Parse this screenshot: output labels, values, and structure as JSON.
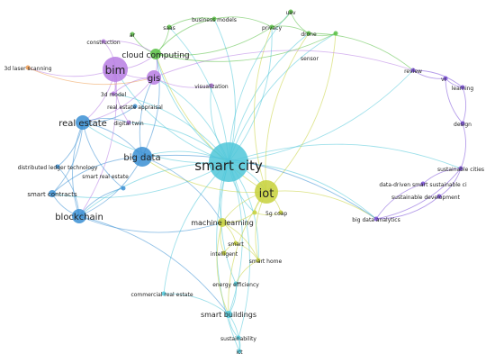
{
  "colors": {
    "cyan": "#4fc7d9",
    "blue": "#3a8fd4",
    "yellow": "#c7d13a",
    "green": "#58c043",
    "purple": "#b77ce3",
    "violet": "#7a4fd8",
    "orange": "#ee9a4d"
  },
  "nodes": [
    {
      "id": "smart-city",
      "label": "smart city",
      "cluster": "cyan",
      "weight": 5
    },
    {
      "id": "iot",
      "label": "iot",
      "cluster": "yellow",
      "weight": 3
    },
    {
      "id": "big-data",
      "label": "big data",
      "cluster": "blue",
      "weight": 3
    },
    {
      "id": "bim",
      "label": "bim",
      "cluster": "purple",
      "weight": 3
    },
    {
      "id": "gis",
      "label": "gis",
      "cluster": "purple",
      "weight": 2
    },
    {
      "id": "real-estate",
      "label": "real estate",
      "cluster": "blue",
      "weight": 2
    },
    {
      "id": "blockchain",
      "label": "blockchain",
      "cluster": "blue",
      "weight": 2
    },
    {
      "id": "cloud-computing",
      "label": "cloud computing",
      "cluster": "green",
      "weight": 2
    },
    {
      "id": "machine-learning",
      "label": "machine learning",
      "cluster": "yellow",
      "weight": 2
    },
    {
      "id": "smart-buildings",
      "label": "smart buildings",
      "cluster": "cyan",
      "weight": 2
    },
    {
      "id": "smart-contracts",
      "label": "smart contracts",
      "cluster": "blue",
      "weight": 1
    },
    {
      "id": "5g",
      "label": "5g",
      "cluster": "yellow",
      "weight": 1
    },
    {
      "id": "privacy",
      "label": "privacy",
      "cluster": "green",
      "weight": 1
    },
    {
      "id": "drone",
      "label": "drone",
      "cluster": "green",
      "weight": 1
    },
    {
      "id": "uav",
      "label": "uav",
      "cluster": "green",
      "weight": 1
    },
    {
      "id": "business-models",
      "label": "business models",
      "cluster": "green",
      "weight": 1
    },
    {
      "id": "saas",
      "label": "saas",
      "cluster": "green",
      "weight": 1
    },
    {
      "id": "ar",
      "label": "ar",
      "cluster": "green",
      "weight": 1
    },
    {
      "id": "sensor",
      "label": "sensor",
      "cluster": "green",
      "weight": 1
    },
    {
      "id": "construction",
      "label": "construction",
      "cluster": "purple",
      "weight": 1
    },
    {
      "id": "3d-laser-scanning",
      "label": "3d laser scanning",
      "cluster": "orange",
      "weight": 1
    },
    {
      "id": "3d-model",
      "label": "3d model",
      "cluster": "purple",
      "weight": 1
    },
    {
      "id": "visualization",
      "label": "visualization",
      "cluster": "purple",
      "weight": 1
    },
    {
      "id": "real-estate-appraisal",
      "label": "real estate appraisal",
      "cluster": "blue",
      "weight": 1
    },
    {
      "id": "digital-twin",
      "label": "digital twin",
      "cluster": "purple",
      "weight": 1
    },
    {
      "id": "distributed-ledger-technology",
      "label": "distributed ledger technology",
      "cluster": "blue",
      "weight": 1
    },
    {
      "id": "smart-real-estate",
      "label": "smart real estate",
      "cluster": "blue",
      "weight": 1
    },
    {
      "id": "review",
      "label": "review",
      "cluster": "violet",
      "weight": 1
    },
    {
      "id": "vr",
      "label": "vr",
      "cluster": "violet",
      "weight": 1
    },
    {
      "id": "learning",
      "label": "learning",
      "cluster": "violet",
      "weight": 1
    },
    {
      "id": "design",
      "label": "design",
      "cluster": "violet",
      "weight": 1
    },
    {
      "id": "sustainable-cities",
      "label": "sustainable cities",
      "cluster": "violet",
      "weight": 1
    },
    {
      "id": "data-driven-smart-sustainable-cities",
      "label": "data-driven smart sustainable ci",
      "cluster": "violet",
      "weight": 1
    },
    {
      "id": "sustainable-development",
      "label": "sustainable development",
      "cluster": "violet",
      "weight": 1
    },
    {
      "id": "big-data-analytics",
      "label": "big data analytics",
      "cluster": "violet",
      "weight": 1
    },
    {
      "id": "coap",
      "label": "coap",
      "cluster": "yellow",
      "weight": 1
    },
    {
      "id": "smart",
      "label": "smart",
      "cluster": "yellow",
      "weight": 1
    },
    {
      "id": "intelligent",
      "label": "intelligent",
      "cluster": "yellow",
      "weight": 1
    },
    {
      "id": "smart-home",
      "label": "smart home",
      "cluster": "yellow",
      "weight": 1
    },
    {
      "id": "energy-efficiency",
      "label": "energy efficiency",
      "cluster": "cyan",
      "weight": 1
    },
    {
      "id": "commercial-real-estate",
      "label": "commercial real estate",
      "cluster": "cyan",
      "weight": 1
    },
    {
      "id": "sustainability",
      "label": "sustainability",
      "cluster": "cyan",
      "weight": 1
    },
    {
      "id": "ict",
      "label": "ict",
      "cluster": "cyan",
      "weight": 1
    }
  ],
  "edges": [
    [
      "smart-city",
      "iot"
    ],
    [
      "smart-city",
      "big-data"
    ],
    [
      "smart-city",
      "bim"
    ],
    [
      "smart-city",
      "gis"
    ],
    [
      "smart-city",
      "real-estate"
    ],
    [
      "smart-city",
      "blockchain"
    ],
    [
      "smart-city",
      "cloud-computing"
    ],
    [
      "smart-city",
      "machine-learning"
    ],
    [
      "smart-city",
      "smart-buildings"
    ],
    [
      "smart-city",
      "privacy"
    ],
    [
      "smart-city",
      "drone"
    ],
    [
      "smart-city",
      "business-models"
    ],
    [
      "smart-city",
      "sensor"
    ],
    [
      "smart-city",
      "review"
    ],
    [
      "smart-city",
      "big-data-analytics"
    ],
    [
      "smart-city",
      "energy-efficiency"
    ],
    [
      "smart-city",
      "sustainable-cities"
    ],
    [
      "smart-city",
      "digital-twin"
    ],
    [
      "smart-city",
      "smart-contracts"
    ],
    [
      "smart-city",
      "5g"
    ],
    [
      "smart-city",
      "smart-home"
    ],
    [
      "smart-city",
      "commercial-real-estate"
    ],
    [
      "smart-city",
      "sustainability"
    ],
    [
      "smart-city",
      "ict"
    ],
    [
      "smart-city",
      "visualization"
    ],
    [
      "smart-city",
      "saas"
    ],
    [
      "smart-city",
      "uav"
    ],
    [
      "smart-city",
      "3d-model"
    ],
    [
      "iot",
      "big-data"
    ],
    [
      "iot",
      "5g"
    ],
    [
      "iot",
      "coap"
    ],
    [
      "iot",
      "machine-learning"
    ],
    [
      "iot",
      "privacy"
    ],
    [
      "iot",
      "smart-home"
    ],
    [
      "iot",
      "cloud-computing"
    ],
    [
      "iot",
      "sensor"
    ],
    [
      "iot",
      "big-data-analytics"
    ],
    [
      "iot",
      "smart-buildings"
    ],
    [
      "iot",
      "drone"
    ],
    [
      "big-data",
      "real-estate"
    ],
    [
      "big-data",
      "blockchain"
    ],
    [
      "big-data",
      "cloud-computing"
    ],
    [
      "big-data",
      "machine-learning"
    ],
    [
      "big-data",
      "smart-contracts"
    ],
    [
      "big-data",
      "gis"
    ],
    [
      "bim",
      "gis"
    ],
    [
      "bim",
      "3d-laser-scanning"
    ],
    [
      "bim",
      "construction"
    ],
    [
      "bim",
      "real-estate"
    ],
    [
      "bim",
      "cloud-computing"
    ],
    [
      "bim",
      "3d-model"
    ],
    [
      "bim",
      "digital-twin"
    ],
    [
      "bim",
      "blockchain"
    ],
    [
      "gis",
      "visualization"
    ],
    [
      "gis",
      "real-estate"
    ],
    [
      "gis",
      "cloud-computing"
    ],
    [
      "gis",
      "review"
    ],
    [
      "real-estate",
      "blockchain"
    ],
    [
      "real-estate",
      "smart-contracts"
    ],
    [
      "real-estate",
      "real-estate-appraisal"
    ],
    [
      "real-estate",
      "distributed-ledger-technology"
    ],
    [
      "real-estate",
      "smart-real-estate"
    ],
    [
      "blockchain",
      "smart-contracts"
    ],
    [
      "blockchain",
      "distributed-ledger-technology"
    ],
    [
      "blockchain",
      "smart-real-estate"
    ],
    [
      "blockchain",
      "machine-learning"
    ],
    [
      "blockchain",
      "smart-buildings"
    ],
    [
      "cloud-computing",
      "saas"
    ],
    [
      "cloud-computing",
      "business-models"
    ],
    [
      "cloud-computing",
      "privacy"
    ],
    [
      "cloud-computing",
      "ar"
    ],
    [
      "cloud-computing",
      "sensor"
    ],
    [
      "privacy",
      "drone"
    ],
    [
      "privacy",
      "uav"
    ],
    [
      "drone",
      "uav"
    ],
    [
      "drone",
      "sensor"
    ],
    [
      "drone",
      "review"
    ],
    [
      "business-models",
      "saas"
    ],
    [
      "business-models",
      "privacy"
    ],
    [
      "review",
      "vr"
    ],
    [
      "review",
      "learning"
    ],
    [
      "vr",
      "learning"
    ],
    [
      "learning",
      "design"
    ],
    [
      "vr",
      "design"
    ],
    [
      "design",
      "sustainable-cities"
    ],
    [
      "sustainable-cities",
      "data-driven-smart-sustainable-cities"
    ],
    [
      "sustainable-cities",
      "sustainable-development"
    ],
    [
      "big-data-analytics",
      "sustainable-development"
    ],
    [
      "big-data-analytics",
      "data-driven-smart-sustainable-cities"
    ],
    [
      "big-data-analytics",
      "sustainable-cities"
    ],
    [
      "machine-learning",
      "smart"
    ],
    [
      "machine-learning",
      "intelligent"
    ],
    [
      "machine-learning",
      "smart-home"
    ],
    [
      "smart",
      "intelligent"
    ],
    [
      "smart",
      "smart-home"
    ],
    [
      "smart-home",
      "energy-efficiency"
    ],
    [
      "energy-efficiency",
      "smart-buildings"
    ],
    [
      "smart-buildings",
      "sustainability"
    ],
    [
      "smart-buildings",
      "ict"
    ],
    [
      "smart-buildings",
      "commercial-real-estate"
    ],
    [
      "sustainability",
      "ict"
    ],
    [
      "5g",
      "coap"
    ],
    [
      "5g",
      "machine-learning"
    ],
    [
      "machine-learning",
      "smart-buildings"
    ],
    [
      "big-data",
      "big-data-analytics"
    ],
    [
      "gis",
      "3d-model"
    ],
    [
      "real-estate",
      "digital-twin"
    ],
    [
      "3d-laser-scanning",
      "gis"
    ],
    [
      "construction",
      "cloud-computing"
    ]
  ]
}
